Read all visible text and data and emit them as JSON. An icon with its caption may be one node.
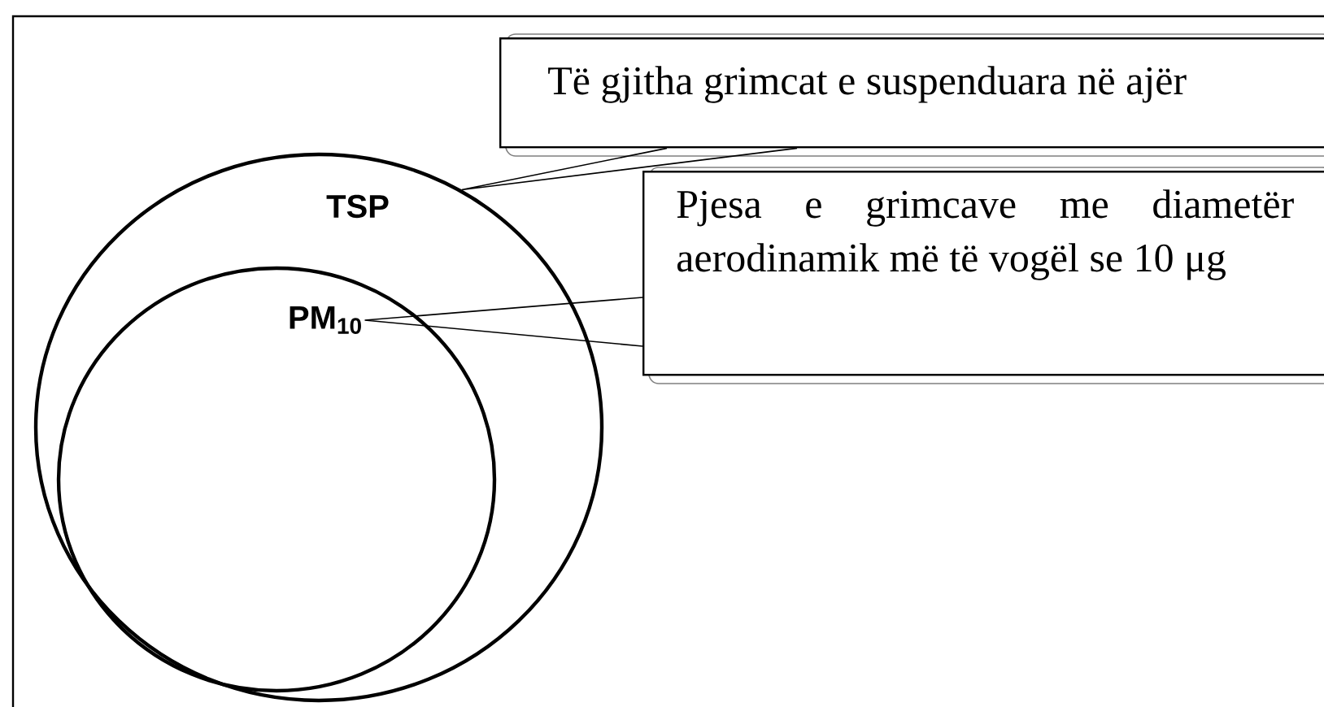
{
  "diagram": {
    "nodes": [
      {
        "text": [
          "TSP"
        ]
      },
      {
        "text": [
          "PM$_{10}$"
        ],
        "in": 0
      },
      {
        "text": [
          "Të gjitha grimcat e suspenduara në ajër"
        ]
      },
      {
        "text": [
          "Pjesa e grimcave me diametër aerodinamik më të vogël se 10 μg"
        ]
      }
    ],
    "edges": [
      {
        "from": 2,
        "to": 0,
        "arrow": "none"
      },
      {
        "from": 3,
        "to": 1,
        "arrow": "none"
      }
    ]
  }
}
